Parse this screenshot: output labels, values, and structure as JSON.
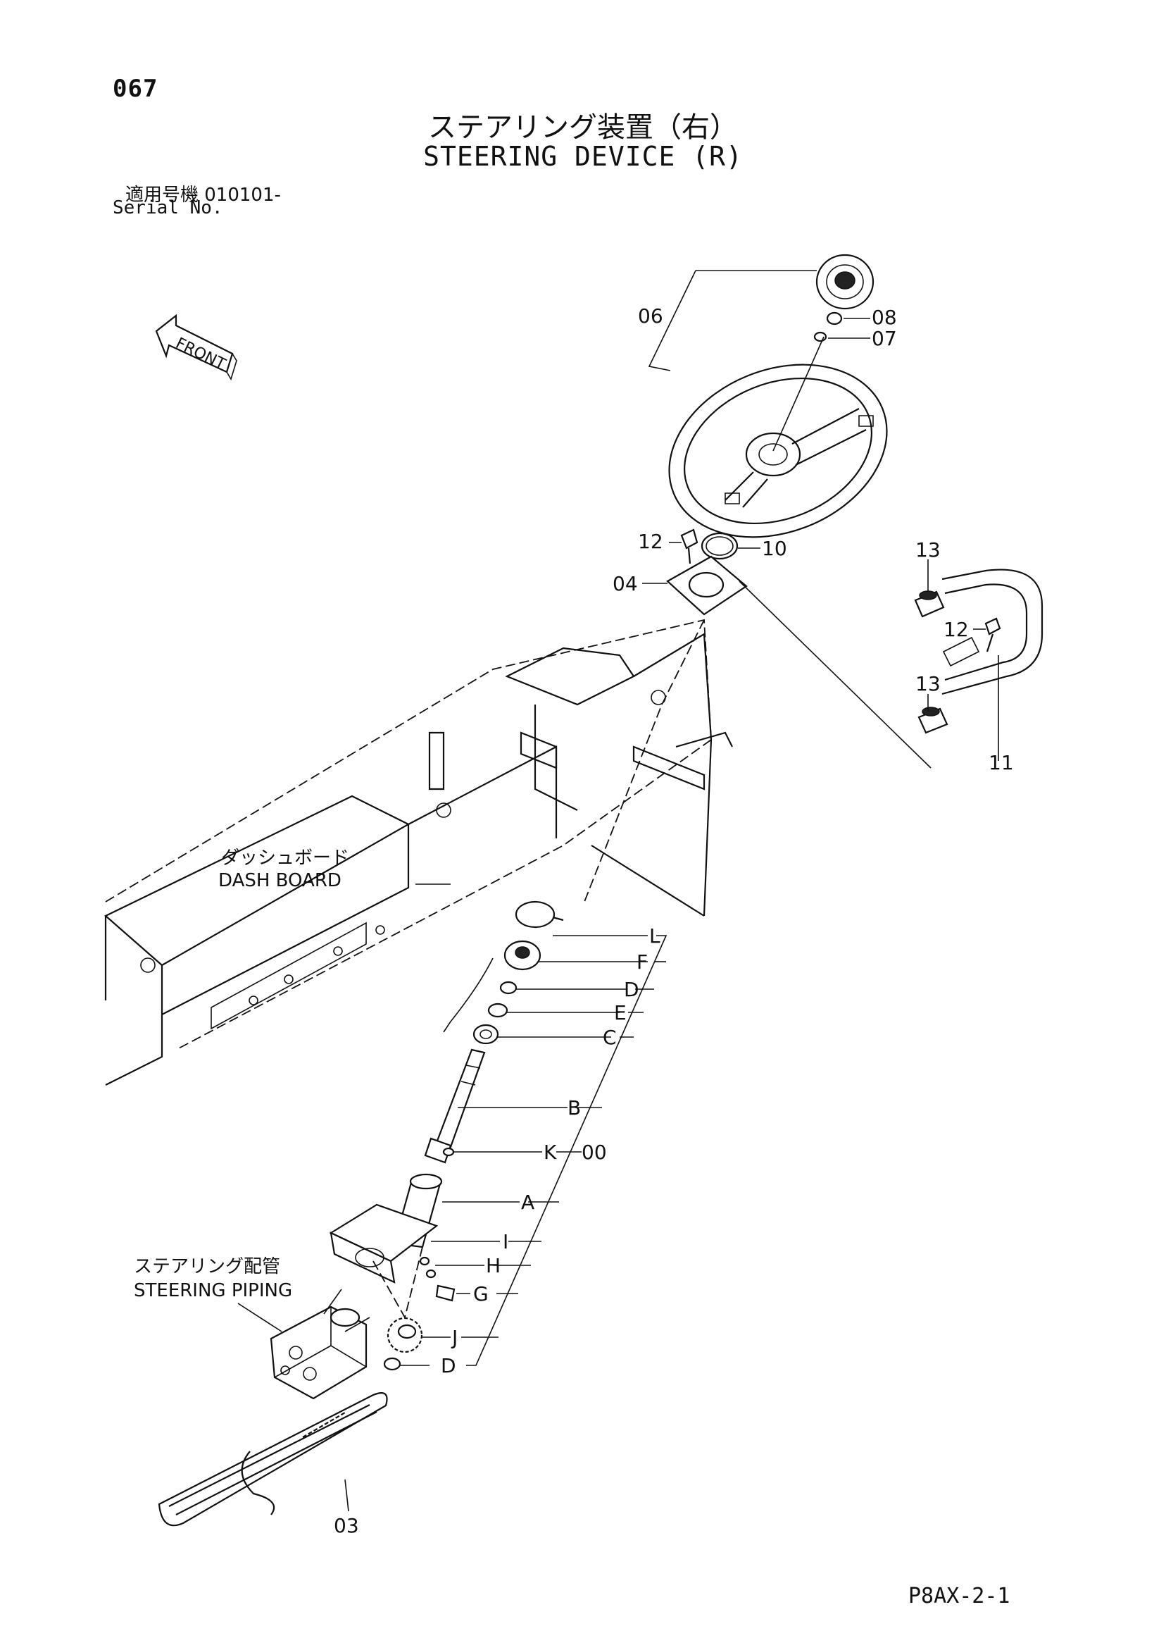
{
  "page": {
    "number": "067",
    "title_jp": "ステアリング装置（右）",
    "title_en": "STEERING DEVICE (R)",
    "serial_label_jp": "適用号機  010101-",
    "serial_label_en": "Serial No.",
    "footer_code": "P8AX-2-1"
  },
  "front_arrow": {
    "label": "FRONT"
  },
  "callouts": {
    "dash_board_jp": "ダッシュボード",
    "dash_board_en": "DASH BOARD",
    "steering_piping_jp": "ステアリング配管",
    "steering_piping_en": "STEERING PIPING"
  },
  "part_labels": {
    "p06": "06",
    "p08": "08",
    "p07": "07",
    "p12a": "12",
    "p10": "10",
    "p04": "04",
    "p13a": "13",
    "p12b": "12",
    "p13b": "13",
    "p11": "11",
    "pL": "L",
    "pF": "F",
    "pD1": "D",
    "pE": "E",
    "pC": "C",
    "pB": "B",
    "pK": "K",
    "p00": "00",
    "pA": "A",
    "pI": "I",
    "pH": "H",
    "pG": "G",
    "pJ": "J",
    "pD2": "D",
    "p03": "03"
  },
  "colors": {
    "line": "#111111",
    "background": "#ffffff"
  }
}
